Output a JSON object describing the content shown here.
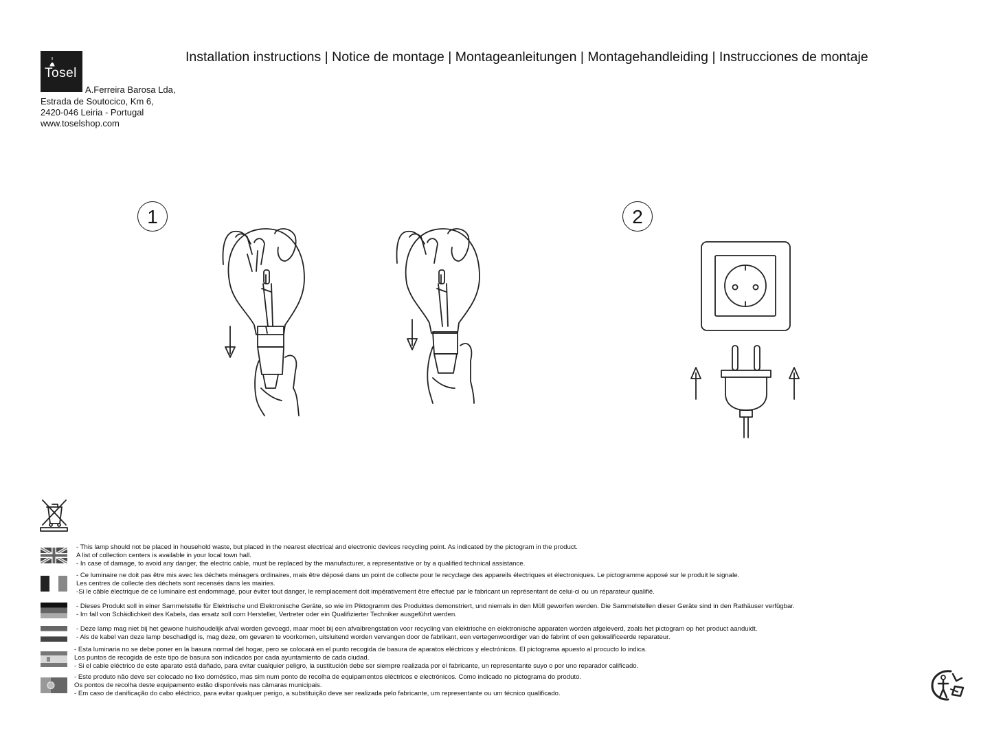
{
  "header": {
    "brand": "Tosel",
    "address": [
      "A.Ferreira Barosa Lda,",
      "Estrada de Soutocico, Km 6,",
      "2420-046 Leiria - Portugal",
      "www.toselshop.com"
    ],
    "title": "Installation instructions | Notice de montage | Montageanleitungen | Montagehandleiding | Instrucciones de montaje"
  },
  "steps": [
    {
      "number": "1"
    },
    {
      "number": "2"
    }
  ],
  "icons": {
    "weee": "crossed-bin-icon",
    "recycle": "triman-recycle-icon",
    "flags": [
      "uk-flag-icon",
      "france-flag-icon",
      "germany-flag-icon",
      "netherlands-flag-icon",
      "spain-flag-icon",
      "portugal-flag-icon"
    ]
  },
  "notes": {
    "en": [
      "- This lamp should not be placed in household waste, but placed in the nearest electrical and electronic devices recycling point. As indicated by the pictogram in the product.",
      "A list of collection centers is available in your local town hall.",
      "- In case of damage, to avoid any danger, the electric cable, must be replaced by the manufacturer, a representative or by a qualified technical assistance."
    ],
    "fr": [
      "- Ce luminaire ne doit pas être mis avec les déchets ménagers ordinaires, mais être déposé dans un point de collecte pour le recyclage des appareils électriques et électroniques. Le pictogramme apposé sur le produit le signale.",
      "Les centres de collecte des déchets sont recensés dans les mairies.",
      "-Si le câble électrique de ce luminaire est endommagé, pour éviter tout danger, le remplacement doit impérativement être effectué par le fabricant un représentant de celui-ci ou un réparateur qualifié."
    ],
    "de": [
      "- Dieses Produkt soll in einer Sammelstelle für Elektrische und Elektronische Geräte, so wie im Piktogramm des Produktes demonstriert, und niemals in den Müll geworfen werden. Die Sammelstellen dieser Geräte sind in den Rathäuser verfügbar.",
      "- Im fall von Schädlichkeit des Kabels, das ersatz soll com Hersteller, Vertreter oder ein Qualifizierter Techniker ausgeführt werden."
    ],
    "nl": [
      "- Deze lamp mag niet bij het gewone huishoudelijk afval worden gevoegd, maar moet bij een afvalbrengstation voor recycling van elektrische en elektronische apparaten worden afgeleverd, zoals het pictogram op het product aanduidt.",
      "- Als de kabel van deze lamp beschadigd is, mag deze, om gevaren te voorkomen, uitsluitend worden vervangen door de fabrikant, een vertegenwoordiger van de fabrint of een gekwalificeerde reparateur."
    ],
    "es": [
      "- Esta luminaria no se debe poner en la basura normal del hogar, pero se colocará en el punto recogida de basura de aparatos eléctricos y electrónicos. El pictograma apuesto al procucto lo indica.",
      "Los puntos de recogida de este tipo de basura son indicados por cada ayuntamiento de cada ciudad.",
      "- Si el cable eléctrico de este aparato está dañado, para evitar cualquier peligro, la sustitución debe ser siempre realizada por el fabricante, un representante suyo o por uno reparador calificado."
    ],
    "pt": [
      "- Este produto não deve ser colocado no lixo doméstico, mas sim num ponto de recolha de equipamentos eléctricos e electrónicos. Como indicado no pictograma do produto.",
      "Os pontos de recolha deste equipamento estão disponíveis nas câmaras municipais.",
      "- Em caso de danificação do cabo eléctrico, para evitar qualquer perigo, a substituição deve ser realizada pelo fabricante, um representante ou um técnico qualificado."
    ]
  }
}
